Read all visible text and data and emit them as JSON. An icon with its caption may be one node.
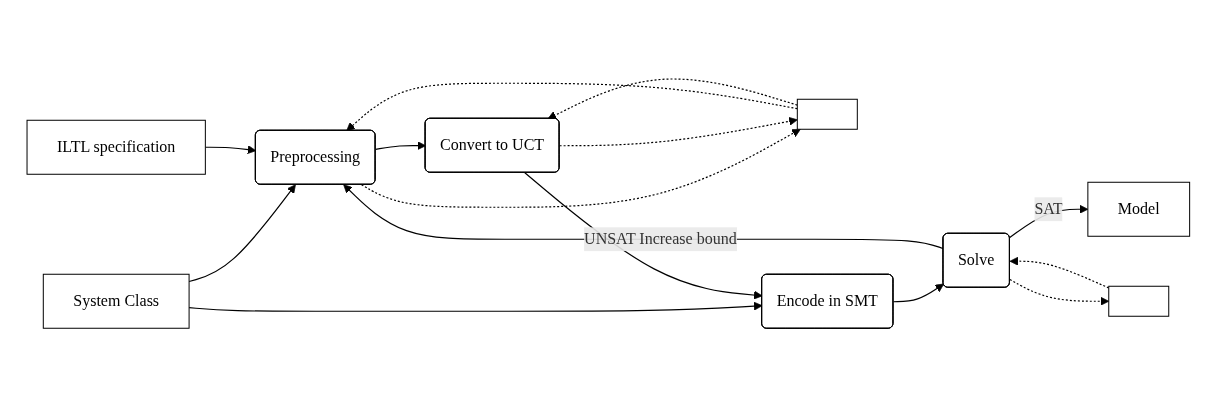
{
  "diagram": {
    "nodes": [
      {
        "text": [
          "System Class"
        ]
      },
      {
        "text": [],
        "shape": "box"
      },
      {
        "text": [
          "ILTL specification"
        ]
      },
      {
        "text": [
          "Preprocessing"
        ]
      },
      {
        "text": [
          "Convert to UCT"
        ]
      },
      {
        "text": [
          "Encode in SMT"
        ]
      },
      {
        "text": [
          "Solve"
        ]
      },
      {
        "text": [
          "Model"
        ]
      },
      {
        "text": [],
        "shape": "box"
      }
    ],
    "edges": [
      {
        "from": 0,
        "to": 3,
        "arrow": "to"
      },
      {
        "from": 0,
        "to": 5,
        "arrow": "to"
      },
      {
        "from": 2,
        "to": 3,
        "arrow": "to"
      },
      {
        "from": 3,
        "to": 4,
        "arrow": "to"
      },
      {
        "from": 4,
        "to": 5,
        "arrow": "to"
      },
      {
        "from": 5,
        "to": 6,
        "arrow": "to"
      },
      {
        "from": 6,
        "to": 7,
        "arrow": "to",
        "label": "SAT"
      },
      {
        "from": 6,
        "to": 8,
        "arrow": "to",
        "style": "dashed"
      },
      {
        "from": 8,
        "to": 6,
        "arrow": "to",
        "style": "dashed"
      },
      {
        "from": 6,
        "to": 3,
        "arrow": "to",
        "label": "UNSAT Increase bound"
      },
      {
        "from": 3,
        "to": 1,
        "arrow": "to",
        "style": "dashed"
      },
      {
        "from": 1,
        "to": 3,
        "arrow": "to",
        "style": "dashed"
      },
      {
        "from": 4,
        "to": 1,
        "arrow": "to",
        "style": "dashed"
      },
      {
        "from": 1,
        "to": 4,
        "arrow": "to",
        "style": "dashed"
      }
    ]
  }
}
